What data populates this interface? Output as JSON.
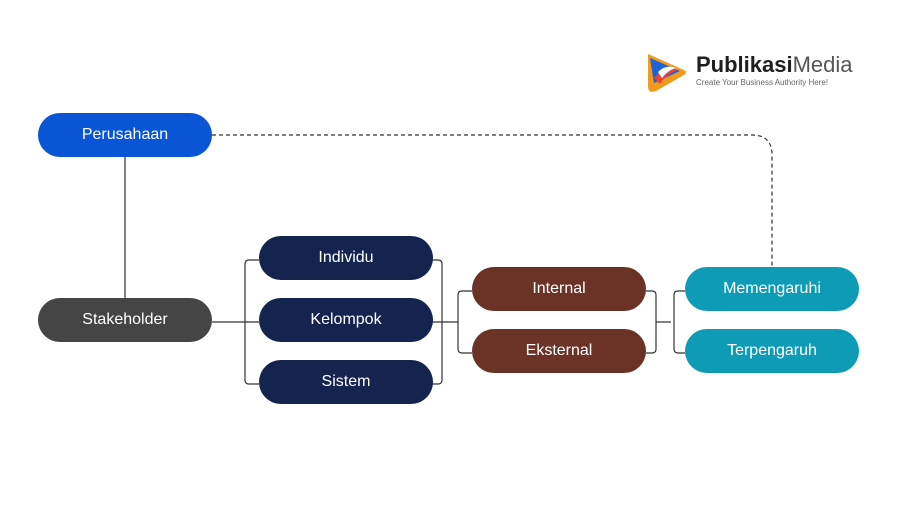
{
  "logo": {
    "name_bold": "Publikasi",
    "name_light": "Media",
    "tagline": "Create Your Business Authority Here!"
  },
  "nodes": {
    "perusahaan": "Perusahaan",
    "stakeholder": "Stakeholder",
    "individu": "Individu",
    "kelompok": "Kelompok",
    "sistem": "Sistem",
    "internal": "Internal",
    "eksternal": "Eksternal",
    "memengaruhi": "Memengaruhi",
    "terpengaruh": "Terpengaruh"
  },
  "colors": {
    "perusahaan": "#0a55d6",
    "stakeholder": "#454545",
    "stakeholder_types": "#14244f",
    "scope": "#6b3326",
    "influence": "#0d9bb5",
    "connector": "#333333"
  }
}
